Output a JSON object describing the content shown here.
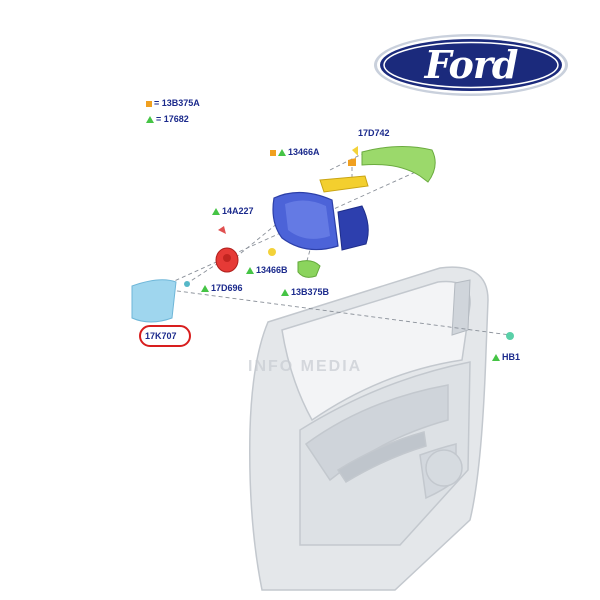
{
  "brand": {
    "logo_text": "Ford",
    "colors": {
      "oval": "#1b2a7c",
      "oval_ring": "#ffffff"
    }
  },
  "legend": [
    {
      "marker": "square",
      "color": "#f0a020",
      "text": "= 13B375A"
    },
    {
      "marker": "triangle",
      "color": "#45c445",
      "text": "= 17682"
    }
  ],
  "parts": {
    "p17D742": "17D742",
    "p13466A": "13466A",
    "p14A227": "14A227",
    "p13466B": "13466B",
    "p17D696": "17D696",
    "p13B375B": "13B375B",
    "p17K707": "17K707",
    "pHB1": "HB1"
  },
  "watermark": "INFO MEDIA",
  "highlight_color": "#d81e1e"
}
